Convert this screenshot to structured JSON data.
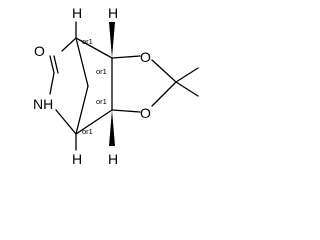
{
  "molecule": {
    "atoms": {
      "o_carbonyl": "O",
      "nh": "NH",
      "o_ring_top": "O",
      "o_ring_bottom": "O",
      "h_top_left": "H",
      "h_top_right": "H",
      "h_bottom_left": "H",
      "h_bottom_right": "H"
    },
    "stereo_labels": {
      "c1": "or1",
      "c2": "or1",
      "c3": "or1",
      "c4": "or1"
    }
  }
}
